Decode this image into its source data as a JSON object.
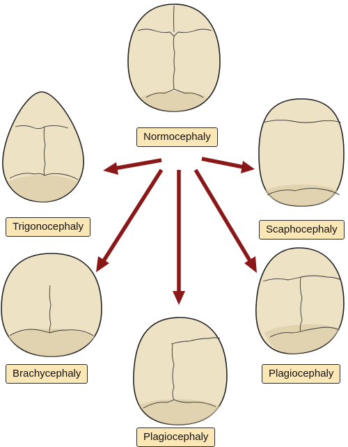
{
  "diagram": {
    "center": {
      "label": "Normocephaly"
    },
    "variants": [
      {
        "id": "trigonocephaly",
        "label": "Trigonocephaly"
      },
      {
        "id": "scaphocephaly",
        "label": "Scaphocephaly"
      },
      {
        "id": "brachycephaly",
        "label": "Brachycephaly"
      },
      {
        "id": "plagiocephaly-bottom",
        "label": "Plagiocephaly"
      },
      {
        "id": "plagiocephaly-right",
        "label": "Plagiocephaly"
      }
    ]
  },
  "colors": {
    "bone": "#eee2c4",
    "label_fill": "#fbe6b6",
    "arrow": "#8b1818",
    "outline": "#222222"
  }
}
